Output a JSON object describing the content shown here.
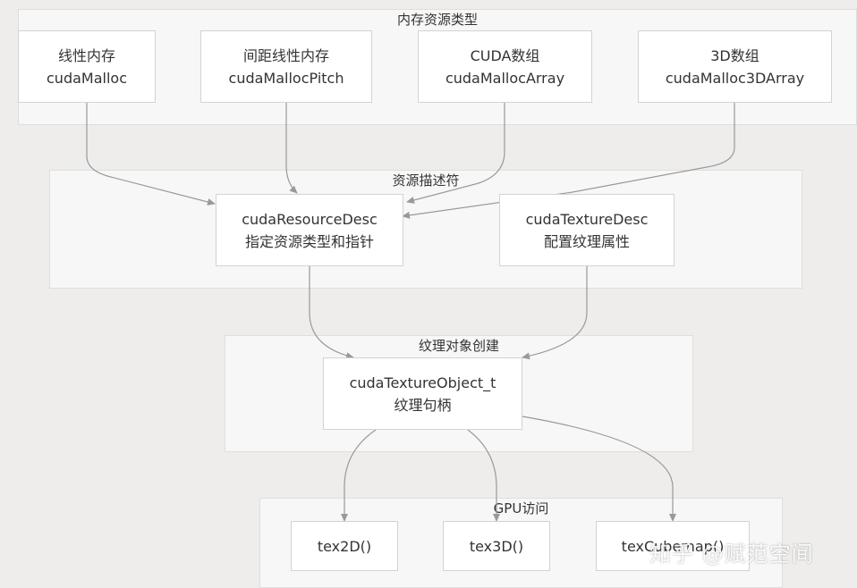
{
  "groups": {
    "memory_types": {
      "label": "内存资源类型"
    },
    "descriptors": {
      "label": "资源描述符"
    },
    "texture_object": {
      "label": "纹理对象创建"
    },
    "gpu_access": {
      "label": "GPU访问"
    }
  },
  "nodes": {
    "linear": {
      "line1": "线性内存",
      "line2": "cudaMalloc"
    },
    "pitch": {
      "line1": "间距线性内存",
      "line2": "cudaMallocPitch"
    },
    "cuda_array": {
      "line1": "CUDA数组",
      "line2": "cudaMallocArray"
    },
    "array_3d": {
      "line1": "3D数组",
      "line2": "cudaMalloc3DArray"
    },
    "resource_desc": {
      "line1": "cudaResourceDesc",
      "line2": "指定资源类型和指针"
    },
    "texture_desc": {
      "line1": "cudaTextureDesc",
      "line2": "配置纹理属性"
    },
    "tex_object": {
      "line1": "cudaTextureObject_t",
      "line2": "纹理句柄"
    },
    "tex2d": {
      "line1": "tex2D()"
    },
    "tex3d": {
      "line1": "tex3D()"
    },
    "texcubemap": {
      "line1": "texCubemap()"
    }
  },
  "watermark": "知乎 @赋范空间",
  "colors": {
    "edge": "#999999",
    "node_border": "#d3d3d3",
    "cluster_bg": "#f7f7f7"
  }
}
